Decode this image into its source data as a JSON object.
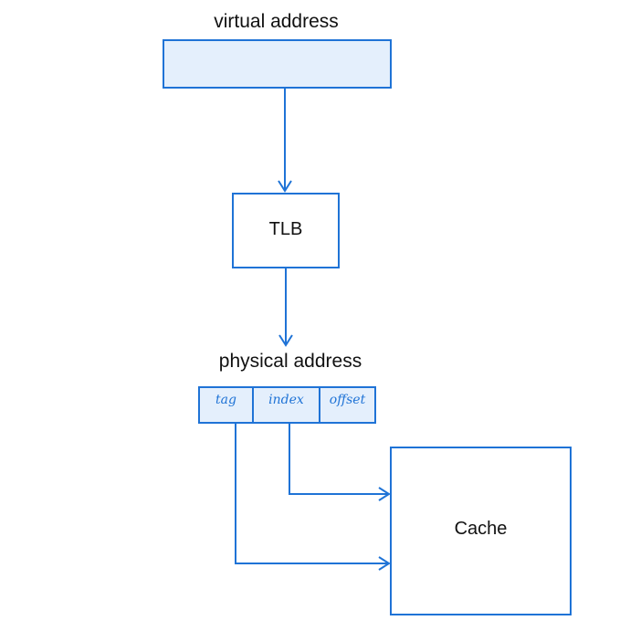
{
  "diagram": {
    "virtual_address_label": "virtual address",
    "tlb_label": "TLB",
    "physical_address_label": "physical address",
    "address_fields": {
      "tag": "tag",
      "index": "index",
      "offset": "offset"
    },
    "cache_label": "Cache",
    "colors": {
      "stroke": "#1f73d6",
      "fill_light": "#e4effc",
      "text": "#111111",
      "background": "#ffffff"
    }
  }
}
